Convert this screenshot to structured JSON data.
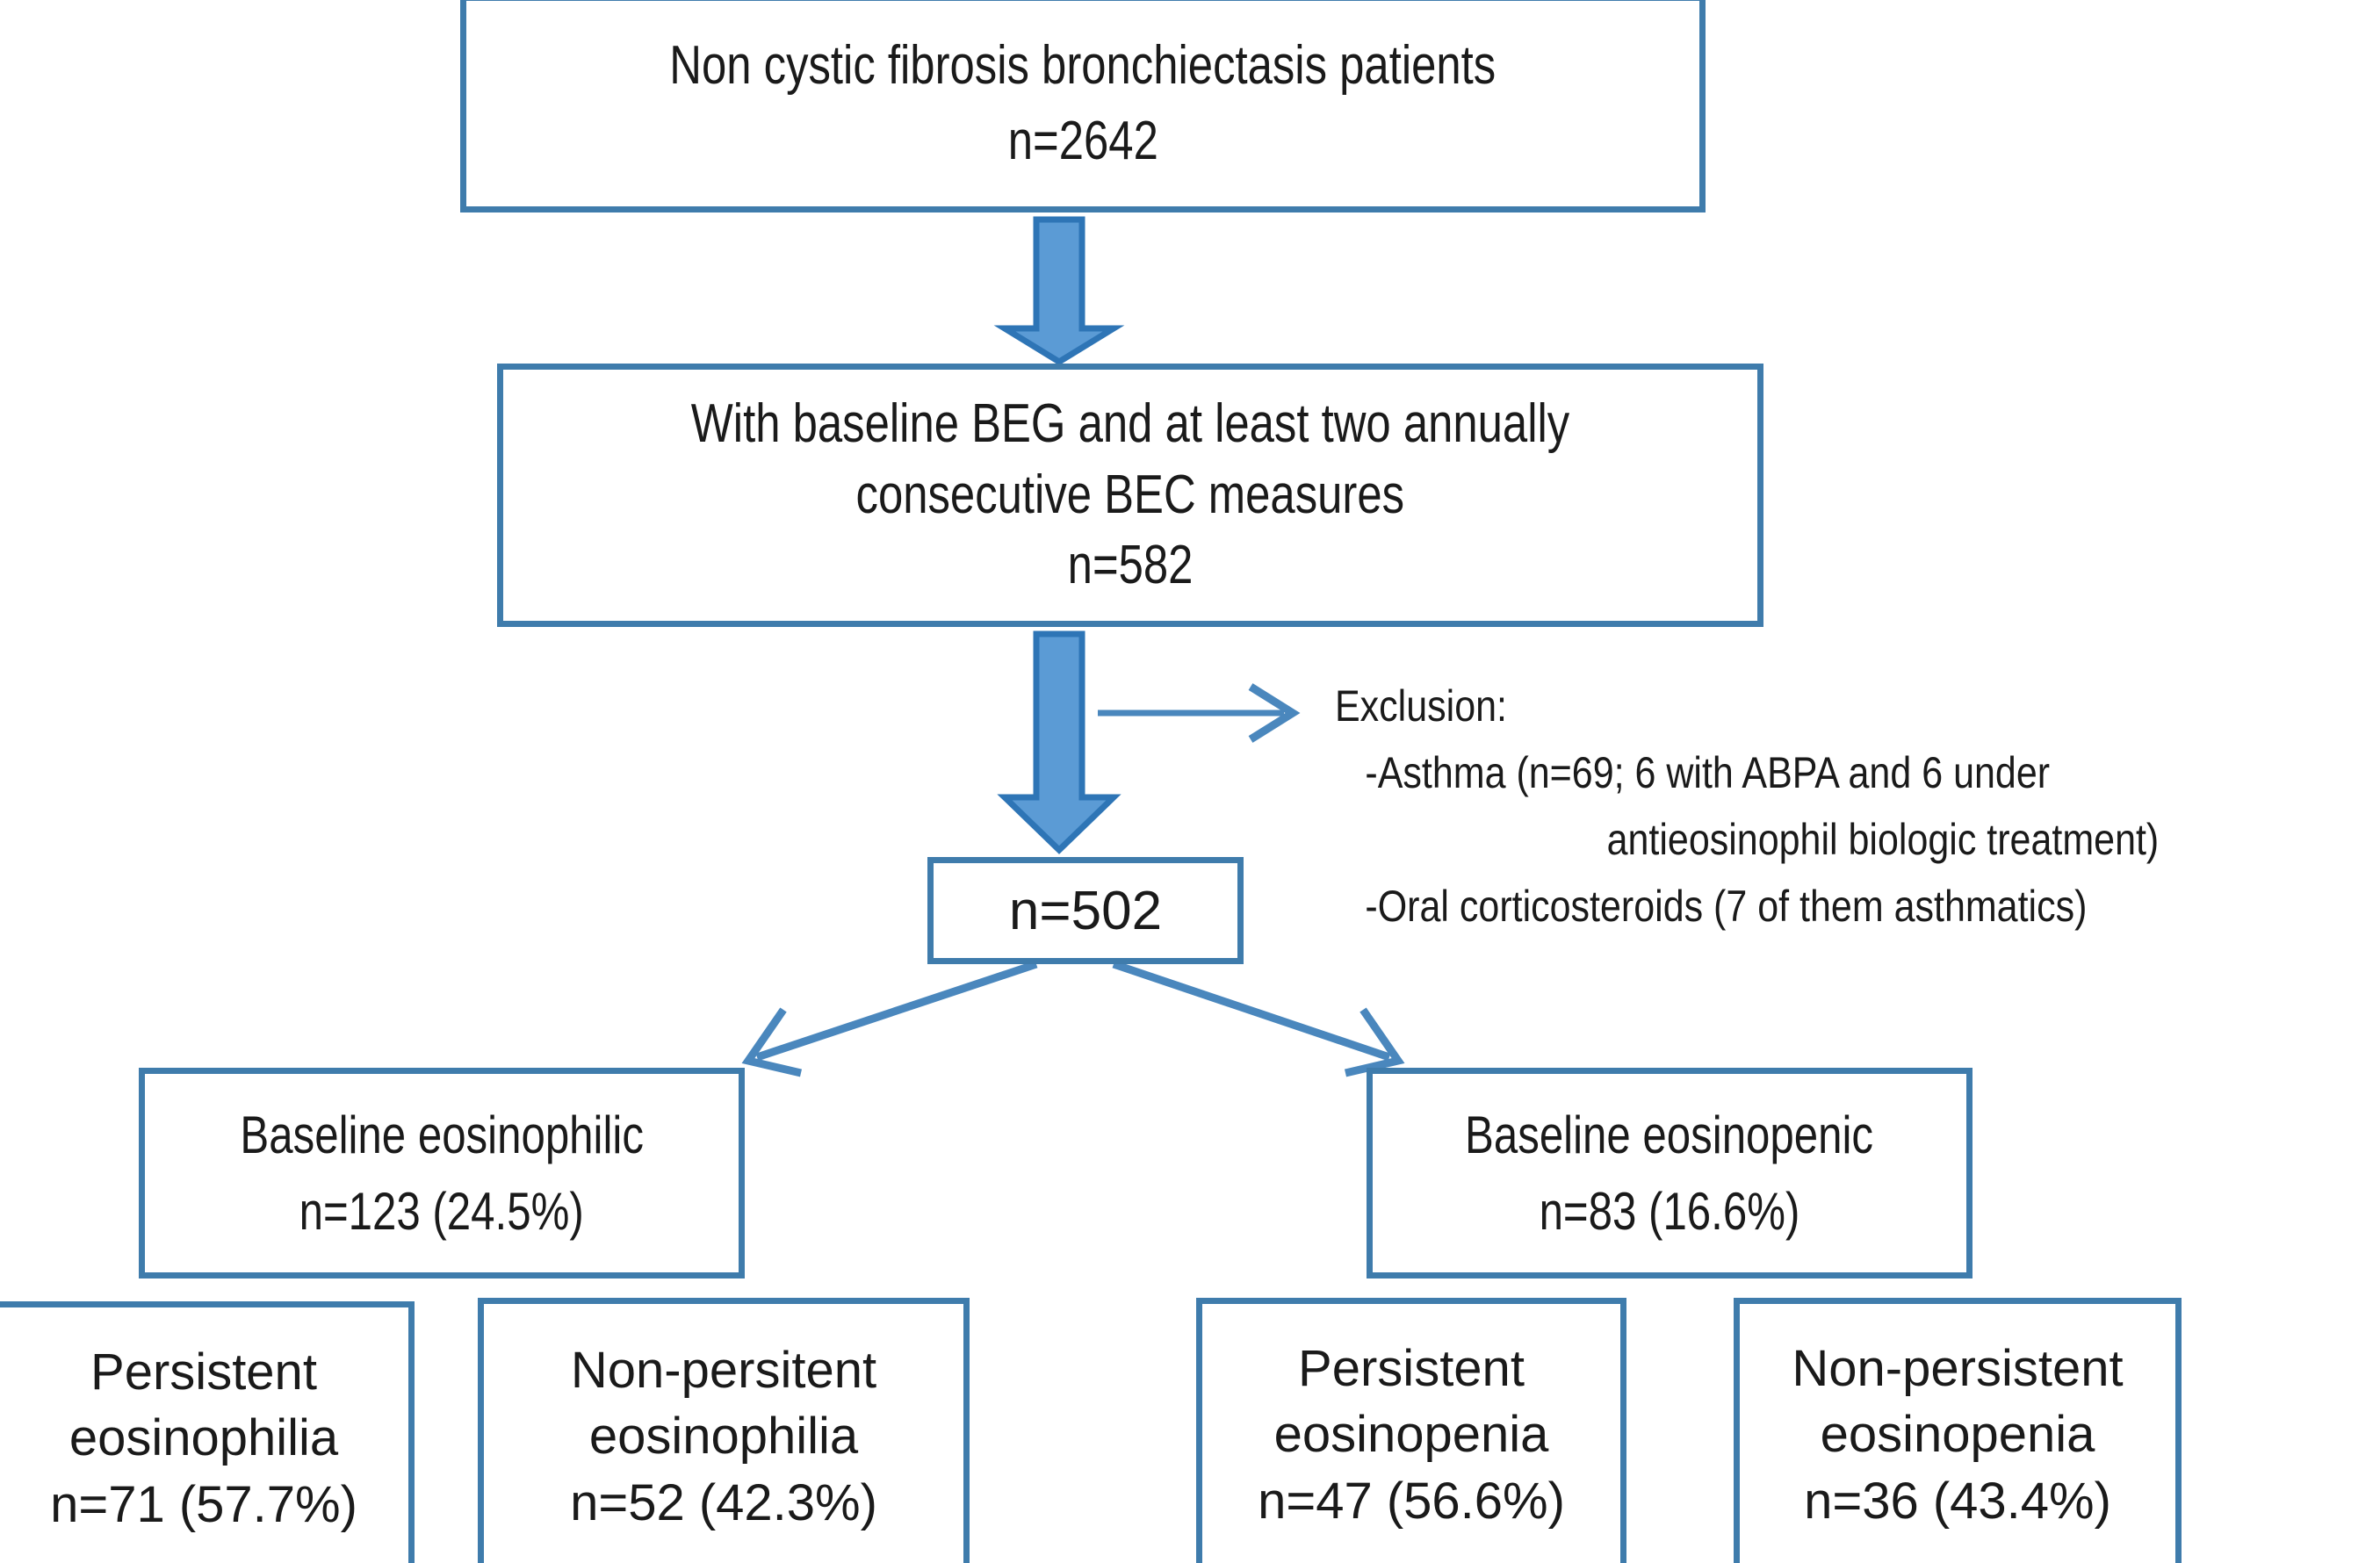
{
  "theme": {
    "box_border": "#3f7cac",
    "box_fill": "#ffffff",
    "block_arrow_fill": "#5b9bd5",
    "block_arrow_stroke": "#2e75b6",
    "line_arrow": "#4a87bd",
    "text": "#1a1a1a"
  },
  "nodes": {
    "cohort": {
      "label": "Non cystic fibrosis bronchiectasis patients",
      "count": "n=2642"
    },
    "eligible": {
      "line1": "With baseline BEG and at least two annually",
      "line2": "consecutive BEC measures",
      "count": "n=582"
    },
    "analysed": {
      "count": "n=502"
    },
    "baseline_eosinophilic": {
      "label": "Baseline eosinophilic",
      "count": "n=123 (24.5%)"
    },
    "baseline_eosinopenic": {
      "label": "Baseline eosinopenic",
      "count": "n=83 (16.6%)"
    },
    "persistent_eosinophilia": {
      "line1": "Persistent",
      "line2": "eosinophilia",
      "count": "n=71 (57.7%)"
    },
    "non_persistent_eosinophilia": {
      "line1": "Non-persitent",
      "line2": "eosinophilia",
      "count": "n=52 (42.3%)"
    },
    "persistent_eosinopenia": {
      "line1": "Persistent",
      "line2": "eosinopenia",
      "count": "n=47 (56.6%)"
    },
    "non_persistent_eosinopenia": {
      "line1": "Non-persistent",
      "line2": "eosinopenia",
      "count": "n=36 (43.4%)"
    }
  },
  "exclusion": {
    "heading": "Exclusion:",
    "item1_line1": "-Asthma (n=69; 6 with ABPA and 6 under",
    "item1_line2": "antieosinophil biologic treatment)",
    "item2": "-Oral corticosteroids (7 of them asthmatics)"
  }
}
